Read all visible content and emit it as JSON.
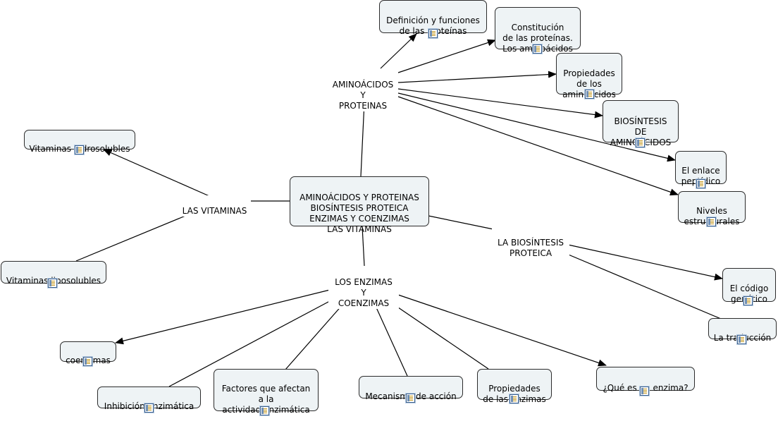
{
  "nodes": {
    "central": "AMINOÁCIDOS Y PROTEINAS\nBIOSÍNTESIS PROTEICA\nENZIMAS Y COENZIMAS\nLAS VITAMINAS",
    "definicion": "Definición y funciones\nde las proteínas",
    "constitucion": "Constitución\nde las proteínas.\nLos aminoácidos",
    "propiedades_aa": "Propiedades\nde los\naminoácidos",
    "biosintesis_aa": "BIOSÍNTESIS\nDE\nAMINOÁCIDOS",
    "enlace": "El enlace\npeptídico",
    "niveles": "Niveles\nestructurales",
    "hidrosolubles": "Vitaminas hidrosolubles",
    "liposolubles": "Vitaminas liposolubles",
    "codigo": "El código\ngenético",
    "traduccion": "La traducción",
    "coenzimas": "coenzimas",
    "inhibicion": "Inhibición enzimática",
    "factores": "Factores que afectan\na la\nactividad enzimática",
    "mecanismo": "Mecanismo de acción",
    "propiedades_enz": "Propiedades\nde las enzimas",
    "que_es": "¿Qué es un enzima?"
  },
  "phrases": {
    "aminoacidos": "AMINOÁCIDOS\nY\nPROTEINAS",
    "vitaminas": "LAS VITAMINAS",
    "biosintesis": "LA BIOSÍNTESIS\nPROTEICA",
    "enzimas": "LOS ENZIMAS\nY\nCOENZIMAS"
  },
  "icons": {
    "resource": "document-icon"
  },
  "colors": {
    "node_fill": "#eef3f5",
    "node_border": "#2b2b2b",
    "line": "#000000"
  }
}
